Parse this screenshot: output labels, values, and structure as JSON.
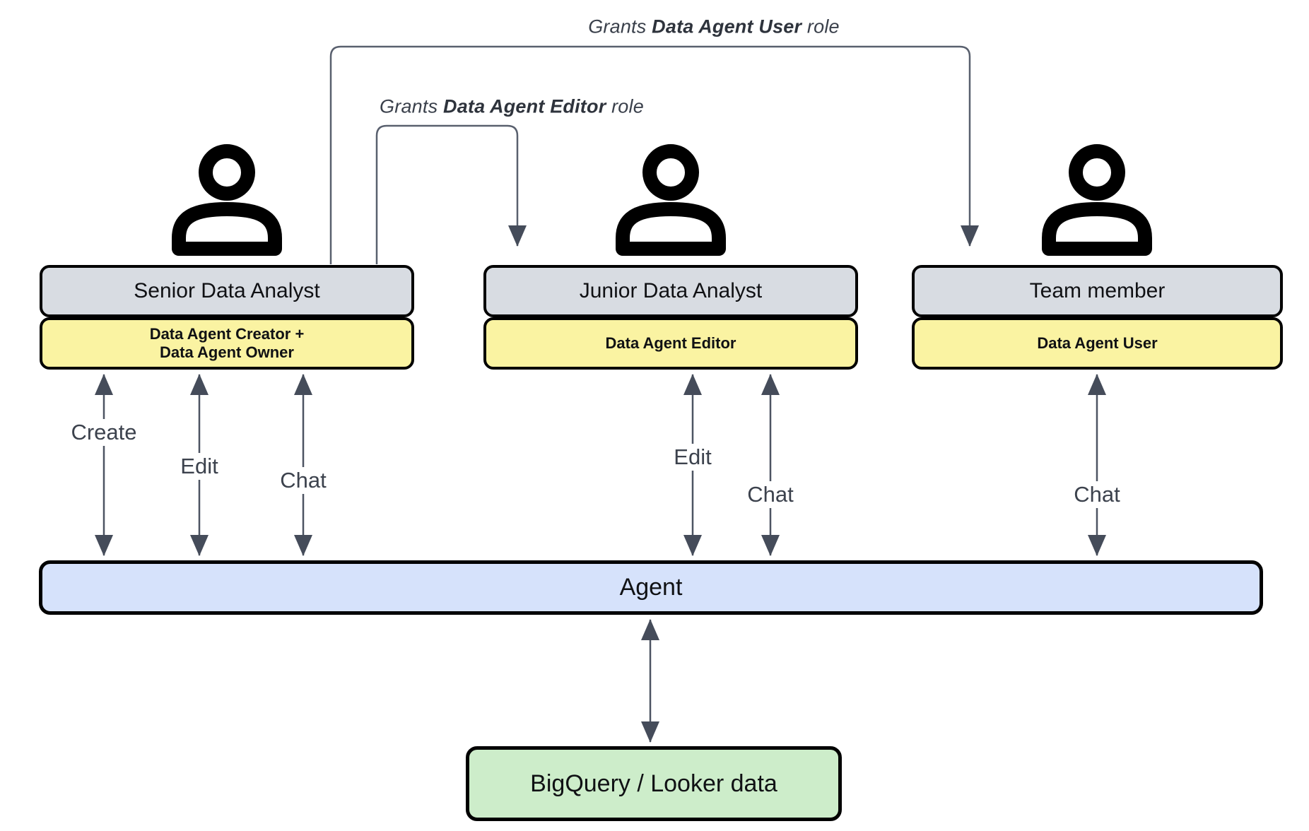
{
  "grants": {
    "user": {
      "prefix": "Grants ",
      "bold": "Data Agent User",
      "suffix": " role"
    },
    "editor": {
      "prefix": "Grants ",
      "bold": "Data Agent Editor",
      "suffix": " role"
    }
  },
  "actors": {
    "senior": {
      "title": "Senior Data Analyst",
      "role_line1": "Data Agent Creator +",
      "role_line2": "Data Agent Owner"
    },
    "junior": {
      "title": "Junior Data Analyst",
      "role_line1": "Data Agent Editor"
    },
    "team": {
      "title": "Team member",
      "role_line1": "Data Agent User"
    }
  },
  "actions": {
    "create_senior": "Create",
    "edit_senior": "Edit",
    "chat_senior": "Chat",
    "edit_junior": "Edit",
    "chat_junior": "Chat",
    "chat_team": "Chat"
  },
  "agent": {
    "label": "Agent"
  },
  "datasource": {
    "label": "BigQuery / Looker data"
  },
  "colors": {
    "actor_fill": "#d8dce2",
    "role_fill": "#faf3a2",
    "agent_fill": "#d6e2fb",
    "datasource_fill": "#cdedca",
    "connector_line": "#59606e",
    "arrow_line": "#4d5462",
    "arrowhead": "#454c5a",
    "box_border": "#000000"
  }
}
